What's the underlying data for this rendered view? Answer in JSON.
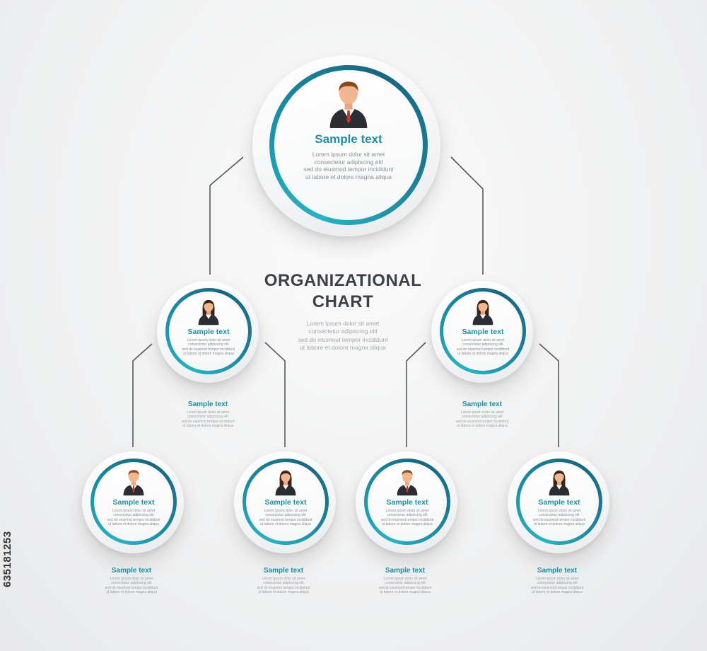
{
  "chart": {
    "heading_line1": "ORGANIZATIONAL",
    "heading_line2": "CHART",
    "heading_desc": "Lorem ipsum dolor sit amet\nconsectetur adipiscing elit\nsed do eiusmod tempor incididunt\nut labore et dolore magna aliqua"
  },
  "top_node": {
    "title": "Sample text",
    "text": "Lorem ipsum dolor sit amet\nconsectetur adipiscing elit\nsed do eiusmod tempor incididunt\nut labore et dolore magna aliqua",
    "avatar": "male"
  },
  "mid_nodes": [
    {
      "title": "Sample text",
      "text": "Lorem ipsum dolor sit amet\nconsectetur adipiscing elit\nsed do eiusmod tempor incididunt\nut labore et dolore magna aliqua",
      "avatar": "female",
      "below_title": "Sample text",
      "below_text": "Lorem ipsum dolor sit amet\nconsectetur adipiscing elit\nsed do eiusmod tempor incididunt\nut labore et dolore magna aliqua"
    },
    {
      "title": "Sample text",
      "text": "Lorem ipsum dolor sit amet\nconsectetur adipiscing elit\nsed do eiusmod tempor incididunt\nut labore et dolore magna aliqua",
      "avatar": "female",
      "below_title": "Sample text",
      "below_text": "Lorem ipsum dolor sit amet\nconsectetur adipiscing elit\nsed do eiusmod tempor incididunt\nut labore et dolore magna aliqua"
    }
  ],
  "bottom_nodes": [
    {
      "title": "Sample text",
      "text": "Lorem ipsum dolor sit amet\nconsectetur adipiscing elit\nsed do eiusmod tempor incididunt\nut labore et dolore magna aliqua",
      "avatar": "male",
      "below_title": "Sample text",
      "below_text": "Lorem ipsum dolor sit amet\nconsectetur adipiscing elit\nsed do eiusmod tempor incididunt\nut labore et dolore magna aliqua"
    },
    {
      "title": "Sample text",
      "text": "Lorem ipsum dolor sit amet\nconsectetur adipiscing elit\nsed do eiusmod tempor incididunt\nut labore et dolore magna aliqua",
      "avatar": "female",
      "below_title": "Sample text",
      "below_text": "Lorem ipsum dolor sit amet\nconsectetur adipiscing elit\nsed do eiusmod tempor incididunt\nut labore et dolore magna aliqua"
    },
    {
      "title": "Sample text",
      "text": "Lorem ipsum dolor sit amet\nconsectetur adipiscing elit\nsed do eiusmod tempor incididunt\nut labore et dolore magna aliqua",
      "avatar": "male",
      "below_title": "Sample text",
      "below_text": "Lorem ipsum dolor sit amet\nconsectetur adipiscing elit\nsed do eiusmod tempor incididunt\nut labore et dolore magna aliqua"
    },
    {
      "title": "Sample text",
      "text": "Lorem ipsum dolor sit amet\nconsectetur adipiscing elit\nsed do eiusmod tempor incididunt\nut labore et dolore magna aliqua",
      "avatar": "female",
      "below_title": "Sample text",
      "below_text": "Lorem ipsum dolor sit amet\nconsectetur adipiscing elit\nsed do eiusmod tempor incididunt\nut labore et dolore magna aliqua"
    }
  ],
  "stock_id": "635181253",
  "colors": {
    "accent": "#1e8ea4",
    "ring_light": "#27b3c3",
    "ring_dark": "#18667f",
    "connector": "#55595e",
    "heading": "#3d4147"
  }
}
